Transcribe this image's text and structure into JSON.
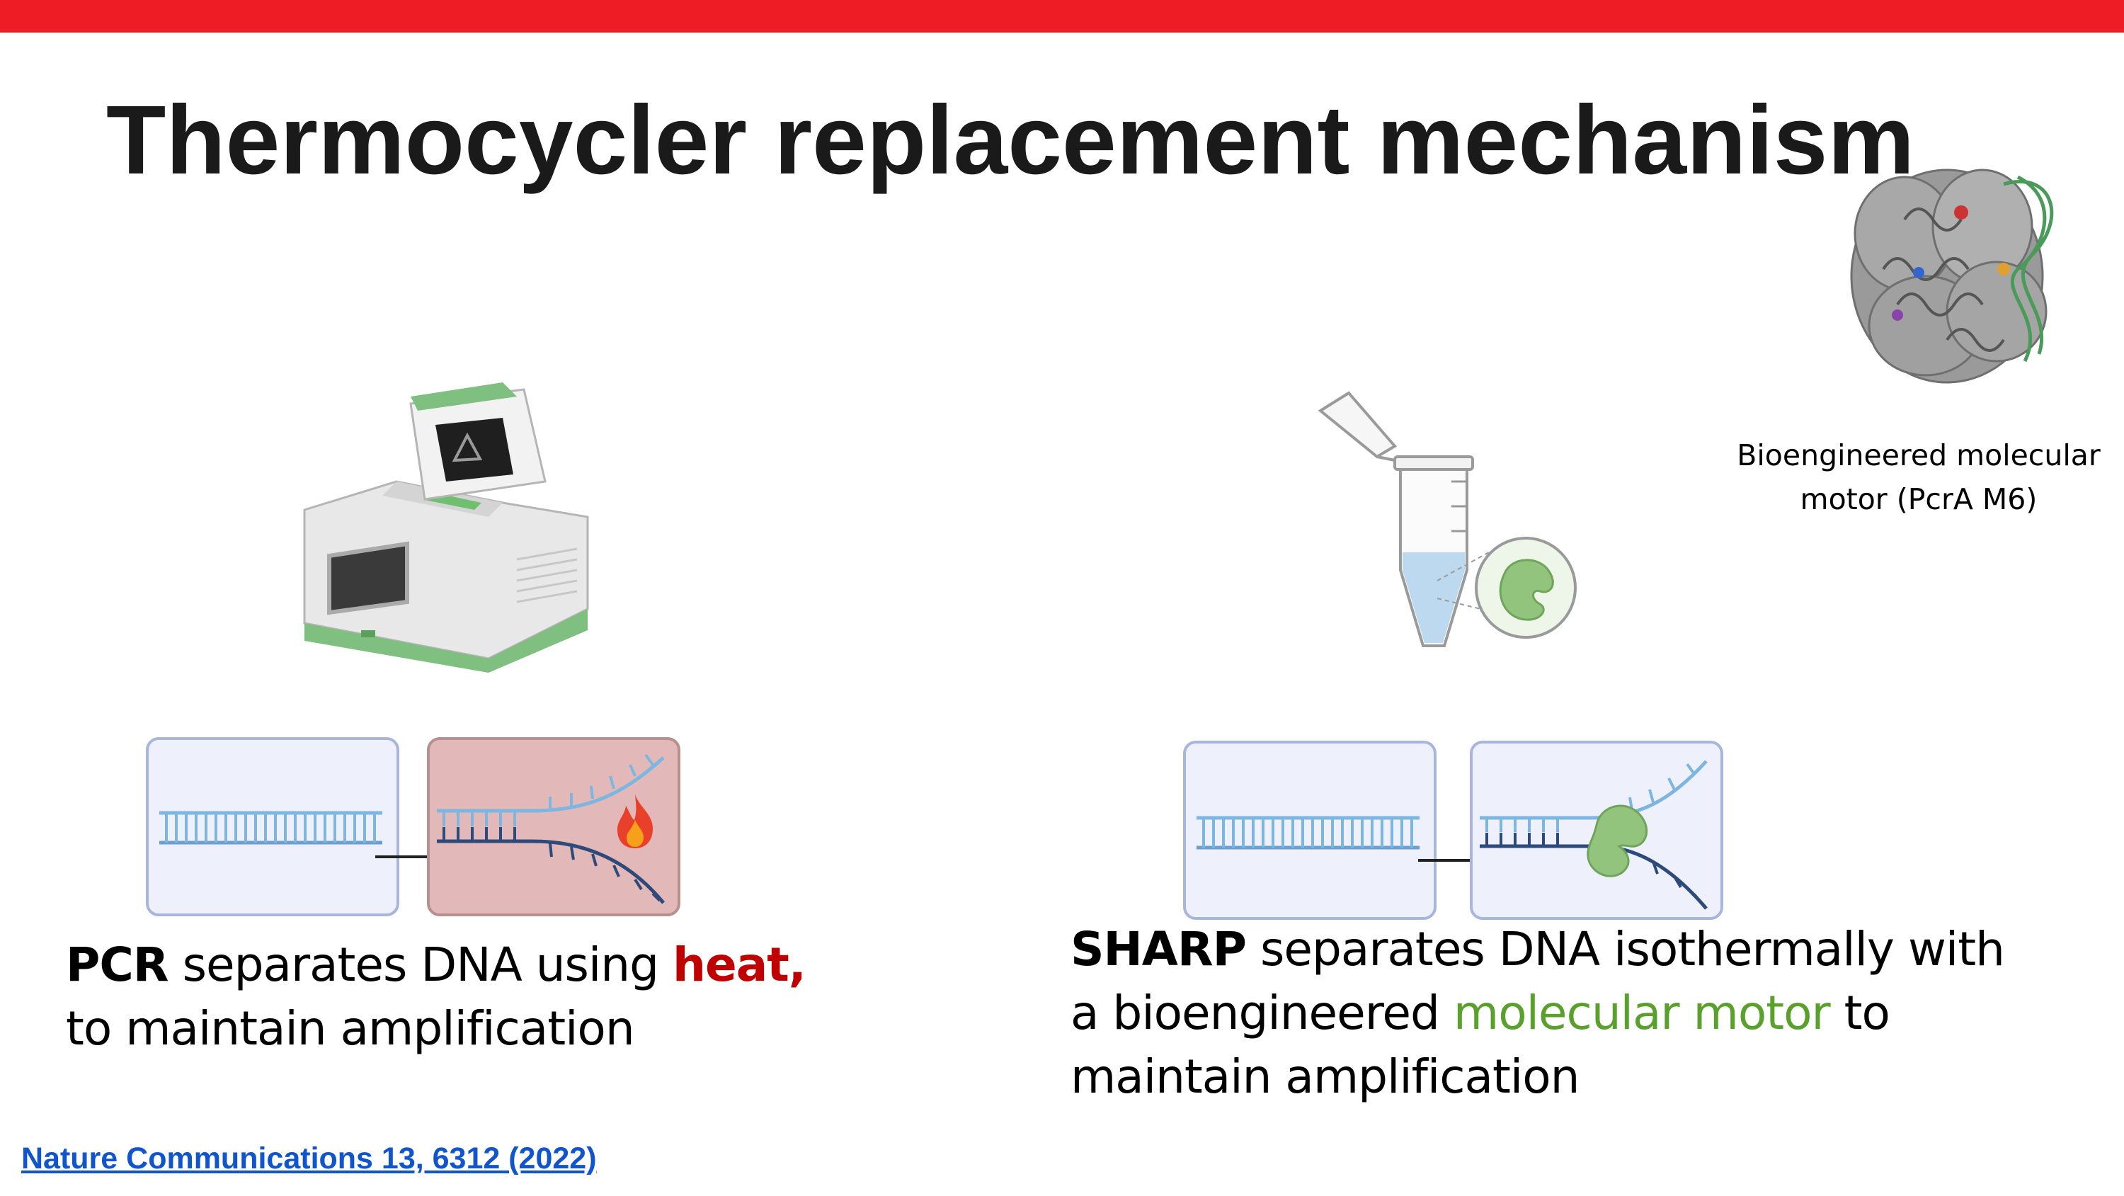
{
  "slide": {
    "title": "Thermocycler replacement mechanism",
    "accent_color": "#ee1c25",
    "heat_color": "#c00000",
    "motor_color": "#5aa02c",
    "link_color": "#1155cc"
  },
  "pcr": {
    "keyword": "PCR",
    "text_before": " separates DNA using ",
    "highlight": "heat,",
    "line2": "to maintain amplification",
    "icons": [
      "thermocycler-icon",
      "dna-double-strand-icon",
      "arrow-icon",
      "heat-separated-dna-icon",
      "flame-icon"
    ]
  },
  "sharp": {
    "keyword": "SHARP",
    "text_line1": " separates DNA isothermally with",
    "text_line2_before": "a bioengineered ",
    "highlight": "molecular motor",
    "text_line2_after": " to",
    "line3": "maintain amplification",
    "icons": [
      "tube-icon",
      "enzyme-icon",
      "dna-double-strand-icon",
      "arrow-icon",
      "motor-separated-dna-icon"
    ]
  },
  "motor": {
    "label_line1": "Bioengineered molecular",
    "label_line2": "motor (PcrA M6)",
    "icons": [
      "protein-structure-icon"
    ]
  },
  "reference": {
    "text": "Nature Communications 13, 6312 (2022)"
  }
}
